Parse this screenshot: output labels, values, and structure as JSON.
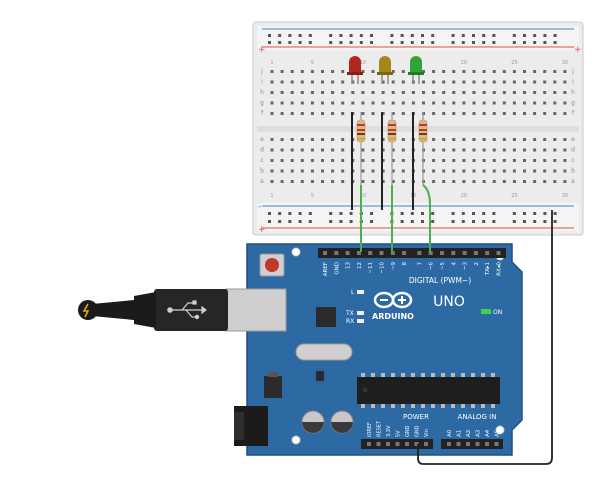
{
  "board": {
    "brand": "ARDUINO",
    "model": "UNO",
    "on_label": "ON",
    "digital_label": "DIGITAL (PWM~)",
    "power_label": "POWER",
    "analog_label": "ANALOG IN",
    "led_l": "L",
    "led_tx": "TX",
    "led_rx": "RX",
    "digital_pins": [
      "AREF",
      "GND",
      "13",
      "12",
      "~11",
      "~10",
      "~9",
      "8",
      "7",
      "~6",
      "~5",
      "4",
      "~3",
      "2",
      "TX▸1",
      "RX◂0"
    ],
    "power_pins": [
      "IOREF",
      "RESET",
      "3.3V",
      "5V",
      "GND",
      "GND",
      "Vin"
    ],
    "analog_pins": [
      "A0",
      "A1",
      "A2",
      "A3",
      "A4",
      "A5"
    ]
  },
  "breadboard": {
    "row_letters_top": [
      "j",
      "i",
      "h",
      "g",
      "f"
    ],
    "row_letters_bottom": [
      "e",
      "d",
      "c",
      "b",
      "a"
    ],
    "column_numbers": [
      "1",
      "5",
      "10",
      "15",
      "20",
      "25",
      "30"
    ],
    "rail_plus": "+",
    "rail_minus": "-"
  },
  "components": {
    "leds": [
      {
        "name": "red-led",
        "color": "#b3261e"
      },
      {
        "name": "yellow-led",
        "color": "#a5871c"
      },
      {
        "name": "green-led",
        "color": "#2fa534"
      }
    ],
    "resistor_count": 3,
    "wire_color_signal": "#4caf50",
    "wire_color_ground": "#222222"
  },
  "colors": {
    "board_blue": "#2d6aa3",
    "board_blue_dark": "#1f4f7d",
    "breadboard_body": "#ececec",
    "rail_red": "#d9534f",
    "rail_blue": "#4a7fbf"
  }
}
